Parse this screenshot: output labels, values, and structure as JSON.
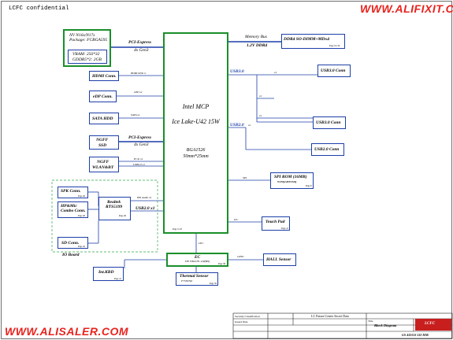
{
  "header": {
    "confidential": "LCFC confidential"
  },
  "watermarks": {
    "top": "WWW.ALIFIXIT.COM",
    "bottom": "WWW.ALISALER.COM"
  },
  "gpu_info": {
    "line1": "NV N16s/N17s",
    "line2": "Package: FCBGA595",
    "line3": "VRAM: 256*32",
    "line4": "GDDR5*2: 2GB"
  },
  "cpu": {
    "line1": "Intel  MCP",
    "line2": "Ice Lake-U42 15W",
    "line3": "BGA1526",
    "line4": "50mm*25mm",
    "page": "Page 5~18"
  },
  "memory": {
    "label": "DDR4 SO-DIMM+MDx4",
    "bus_label": "Memory Bus",
    "bus_sub": "1.2V  DDR4",
    "page": "Page 19~20"
  },
  "pcie_gpu": {
    "label": "PCI-Express",
    "sub": "4x Gen3"
  },
  "pcie_ssd": {
    "label": "PCI-Express",
    "sub": "4x Gen3"
  },
  "usb3_top": {
    "label": "USB3.0"
  },
  "usb2_mid": {
    "label": "USB2.0"
  },
  "left_blocks": [
    {
      "label": "HDMI Conn.",
      "sig": "HDMI DDI1 G",
      "page": "Page 27"
    },
    {
      "label": "eDP Conn.",
      "sig": "eDP x2",
      "page": "Page 26"
    },
    {
      "label": "SATA HDD",
      "sig": "SATA x1",
      "page": "Page 30"
    },
    {
      "label1": "NGFF",
      "label2": "SSD",
      "page": "Page 30"
    },
    {
      "label1": "NGFF",
      "label2": "WLAN&BT",
      "sig1": "PCIe x1",
      "sig2": "USB2.0 x1",
      "page": "Page 33"
    }
  ],
  "right_blocks": [
    {
      "label": "USB3.0 Conn",
      "sig": "x1",
      "page": "Page 37"
    },
    {
      "label": "USB3.0 Conn",
      "sig": "x1",
      "page": "Page 37"
    },
    {
      "label": "USB2.0 Conn",
      "sig": "x1",
      "page": "Page 37"
    }
  ],
  "usb_branch": {
    "sig1": "x1",
    "sig2": "x1"
  },
  "spi": {
    "label1": "SPI ROM (16MB)",
    "label2": "W25Q128JVSIQ",
    "bus": "SPI",
    "page": "Page 8"
  },
  "touchpad": {
    "label": "Touch Pad",
    "bus": "I2C",
    "page": "Page 41"
  },
  "io_board": {
    "title": "IO Board",
    "spk": "SPK Conn.",
    "spk_page": "Page 40",
    "hp1": "HP&Mic",
    "hp2": "Combo Conn.",
    "hp_page": "Page 40",
    "sd": "SD Conn.",
    "sd_page": "Page 42",
    "realtek1": "Realtek",
    "realtek2": "RTS5199",
    "realtek_page": "Page 40",
    "hda_sig": "HD Audio x1",
    "usb_sig": "USB2.0 x1"
  },
  "ec": {
    "label1": "EC",
    "label2": "ITE IT8227E-128(BX)",
    "bus": "LPC",
    "page": "Page 38"
  },
  "hall": {
    "label": "HALL Sensor",
    "bus": "GPIO"
  },
  "kbd": {
    "label": "Int.KBD",
    "page": "Page 41"
  },
  "thermal": {
    "label": "Thermal Sensor",
    "sub": "F75303M",
    "page": "Page 39"
  },
  "titleblock": {
    "security": "Security Classification",
    "issued": "Issued Date",
    "company": "LC Future Center Secret Data",
    "title": "Title",
    "doc_title": "Block Diagram",
    "logo": "LCFC",
    "docnum": "GS 432/GS 532 M/B"
  }
}
